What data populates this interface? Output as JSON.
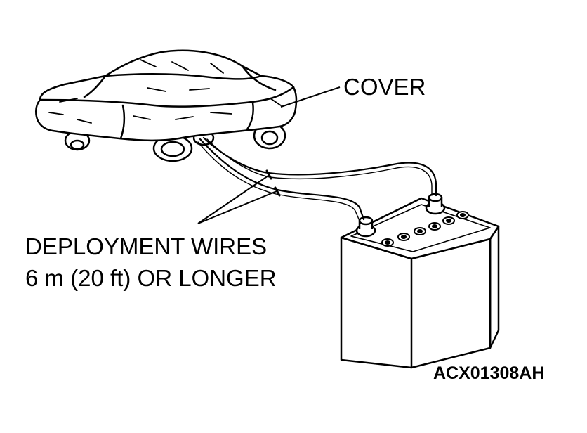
{
  "labels": {
    "cover": "COVER",
    "deployment_wires_line1": "DEPLOYMENT WIRES",
    "deployment_wires_line2": "6 m (20 ft) OR LONGER",
    "figure_code": "ACX01308AH"
  },
  "colors": {
    "ink": "#000000",
    "paper": "#ffffff"
  }
}
